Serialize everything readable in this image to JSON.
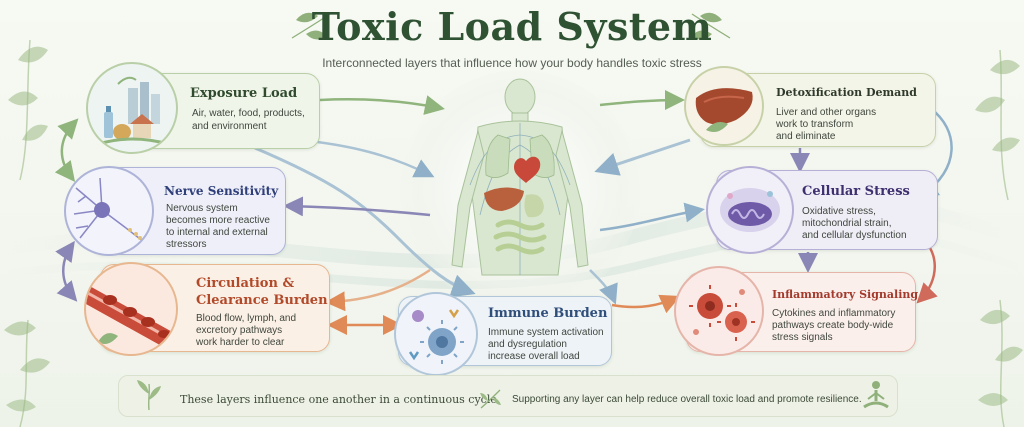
{
  "header": {
    "title": "Toxic Load System",
    "subtitle": "Interconnected layers that influence how your body handles toxic stress"
  },
  "nodes": {
    "exposure": {
      "title": "Exposure Load",
      "body": [
        "Air, water, food, products,",
        "and environment"
      ]
    },
    "nerve": {
      "title": "Nerve Sensitivity",
      "body": [
        "Nervous system",
        "becomes more reactive",
        "to internal and external",
        "stressors"
      ]
    },
    "circulation": {
      "title_line1": "Circulation &",
      "title_line2": "Clearance Burden",
      "body": [
        "Blood flow, lymph, and",
        "excretory pathways",
        "work harder to clear"
      ]
    },
    "immune": {
      "title": "Immune Burden",
      "body": [
        "Immune system activation",
        "and dysregulation",
        "increase overall load"
      ]
    },
    "detox": {
      "title": "Detoxification Demand",
      "body": [
        "Liver and other organs",
        "work to transform",
        "and eliminate"
      ]
    },
    "cellular": {
      "title": "Cellular Stress",
      "body": [
        "Oxidative stress,",
        "mitochondrial strain,",
        "and cellular dysfunction"
      ]
    },
    "inflammatory": {
      "title": "Inflammatory Signaling",
      "body": [
        "Cytokines and inflammatory",
        "pathways create body-wide",
        "stress signals"
      ]
    }
  },
  "footer": {
    "left": "These layers influence one another in a continuous cycle.",
    "right": "Supporting any layer can help reduce overall toxic load and promote resilience."
  },
  "colors": {
    "title": "#2f5233",
    "exposure_title": "#2f4a2c",
    "nerve_title": "#2f3f7a",
    "circulation_title": "#b24a2a",
    "immune_title": "#2f4e7a",
    "detox_title": "#2f3a2c",
    "cellular_title": "#3e2f6e",
    "inflammatory_title": "#a33a2c"
  }
}
